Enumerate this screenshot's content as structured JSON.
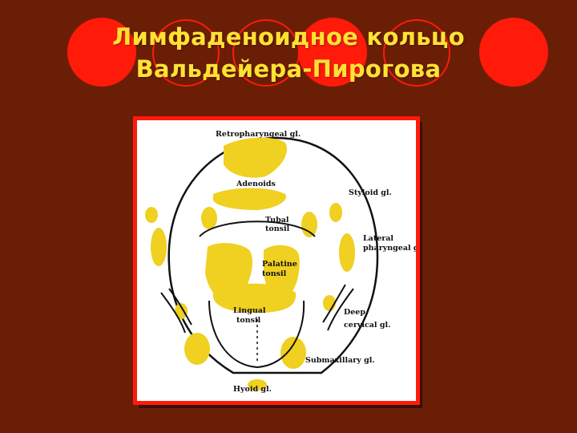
{
  "slide": {
    "title_line1": "Лимфаденоидное кольцо",
    "title_line2": "Вальдейера-Пирогова",
    "colors": {
      "background": "#6b1e06",
      "accent": "#ff1a0a",
      "title": "#ffe234",
      "gland": "#f0d020"
    }
  },
  "diagram": {
    "labels": {
      "retropharyngeal": "Retropharyngeal gl.",
      "adenoids": "Adenoids",
      "styloid": "Styloid gl.",
      "tubal_1": "Tubal",
      "tubal_2": "tonsil",
      "lateral_1": "Lateral",
      "lateral_2": "pharyngeal gl",
      "palatine_1": "Palatine",
      "palatine_2": "tonsil",
      "lingual_1": "Lingual",
      "lingual_2": "tonsil",
      "deep_1": "Deep",
      "deep_2": "cervical gl.",
      "submaxillary": "Submaxillary gl.",
      "hyoid": "Hyoid gl."
    }
  }
}
